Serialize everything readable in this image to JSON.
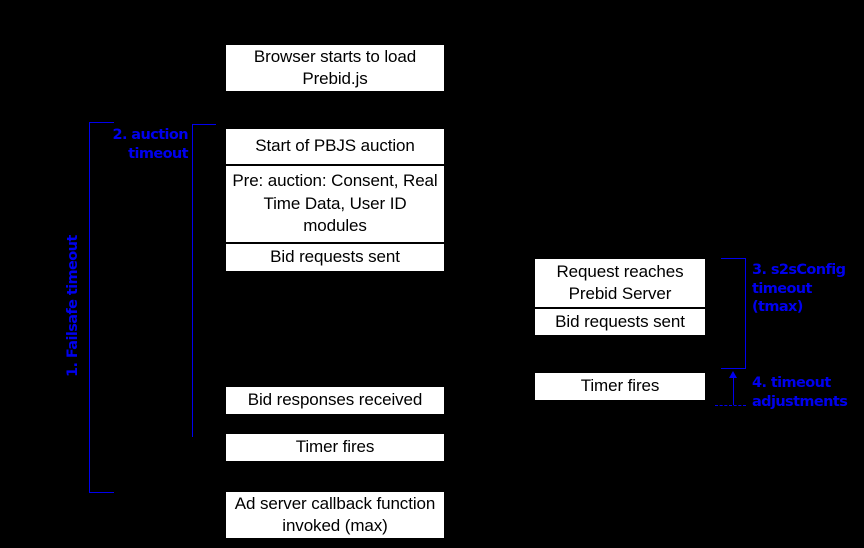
{
  "diagram": {
    "title": "Prebid.js timeout sequence diagram",
    "background_color": "#000000",
    "box_fill_color": "#ffffff",
    "box_text_color": "#000000",
    "annotation_color": "#0000ee"
  },
  "client_column": {
    "boxes": [
      {
        "id": "browser-load",
        "label": "Browser starts to load Prebid.js"
      },
      {
        "id": "auction-start",
        "label": "Start of PBJS auction"
      },
      {
        "id": "pre-auction",
        "label": "Pre: auction: Consent, Real Time Data, User ID modules"
      },
      {
        "id": "bid-requests-sent",
        "label": "Bid requests sent"
      },
      {
        "id": "bid-responses-received",
        "label": "Bid responses received"
      },
      {
        "id": "timer-fires",
        "label": "Timer fires"
      },
      {
        "id": "ad-server-callback",
        "label": "Ad server callback function invoked (max)"
      }
    ]
  },
  "server_column": {
    "boxes": [
      {
        "id": "request-reaches-server",
        "label": "Request reaches Prebid Server"
      },
      {
        "id": "server-bid-requests-sent",
        "label": "Bid requests sent"
      },
      {
        "id": "server-timer-fires",
        "label": "Timer fires"
      }
    ]
  },
  "annotations": [
    {
      "id": "failsafe-timeout",
      "label": "1. Failsafe timeout",
      "orientation": "vertical"
    },
    {
      "id": "auction-timeout",
      "label": "2. auction\ntimeout",
      "orientation": "horizontal",
      "align": "right"
    },
    {
      "id": "s2sconfig-timeout",
      "label": "3. s2sConfig\ntimeout (tmax)",
      "orientation": "horizontal",
      "align": "left"
    },
    {
      "id": "timeout-adjustments",
      "label": "4. timeout\nadjustments",
      "orientation": "horizontal",
      "align": "left"
    }
  ]
}
